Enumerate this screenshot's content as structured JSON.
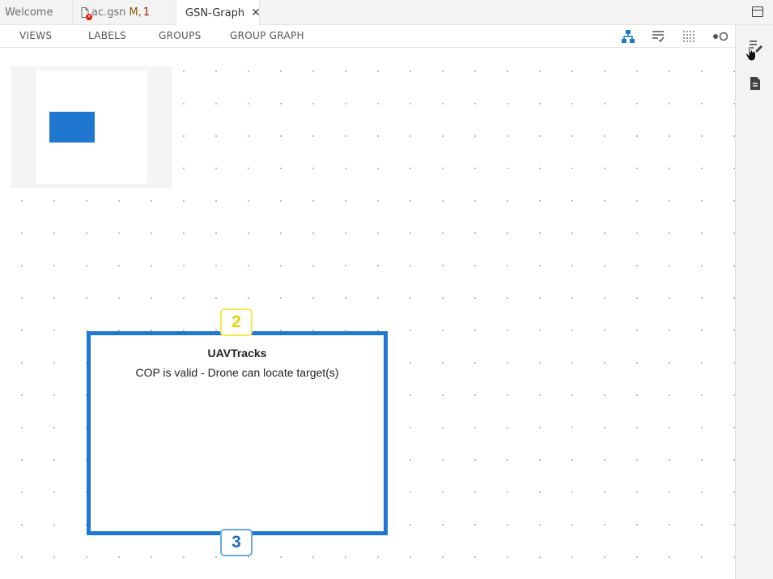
{
  "tabs": {
    "welcome": "Welcome",
    "acgsn": {
      "name": "ac.gsn",
      "modified": "M,",
      "errors": "1"
    },
    "graph": "GSN-Graph"
  },
  "toolbar": {
    "views": "VIEWS",
    "labels": "LABELS",
    "groups": "GROUPS",
    "group_graph": "GROUP GRAPH"
  },
  "node": {
    "title": "UAVTracks",
    "text": "COP is valid - Drone can locate target(s)",
    "top_port": "2",
    "bottom_port": "3"
  },
  "colors": {
    "accent": "#1f77d0",
    "top_port": "#f7e94a",
    "bottom_port": "#6aa8e0",
    "error": "#e51400"
  }
}
